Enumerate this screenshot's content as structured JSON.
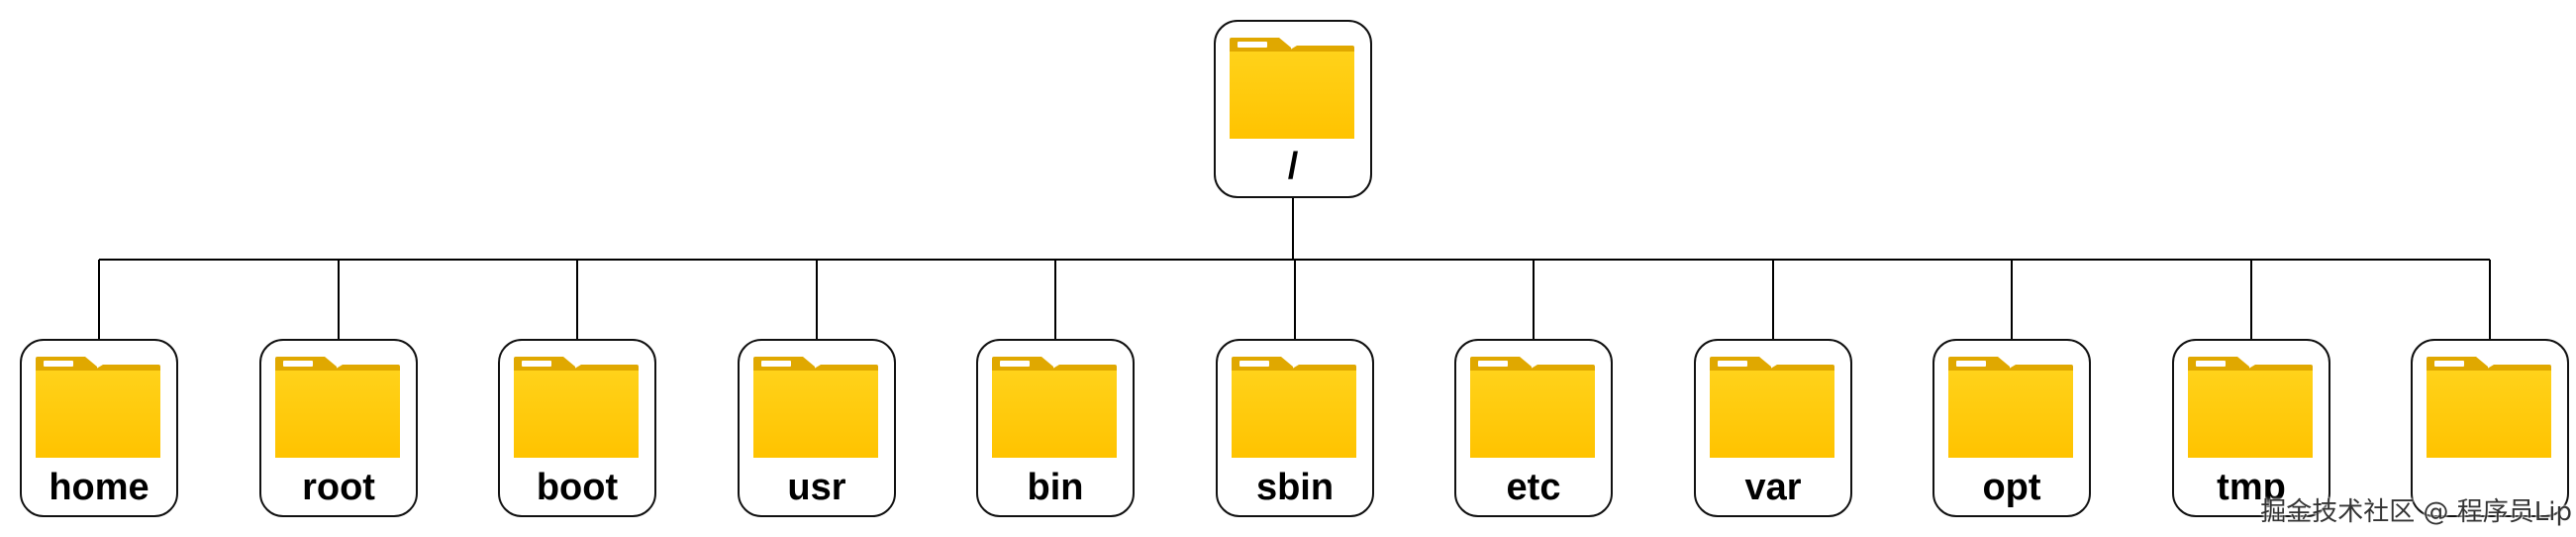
{
  "colors": {
    "folder_front_top": "#FFD21A",
    "folder_front_bottom": "#FFC300",
    "folder_back": "#E0A800",
    "folder_tab_highlight": "#FFFFFF",
    "connector_line": "#000000",
    "node_border": "#111111"
  },
  "icon": "folder-icon",
  "root": {
    "label": "/"
  },
  "children": [
    {
      "label": "home"
    },
    {
      "label": "root"
    },
    {
      "label": "boot"
    },
    {
      "label": "usr"
    },
    {
      "label": "bin"
    },
    {
      "label": "sbin"
    },
    {
      "label": "etc"
    },
    {
      "label": "var"
    },
    {
      "label": "opt"
    },
    {
      "label": "tmp"
    },
    {
      "label": ""
    }
  ],
  "watermark": "掘金技术社区 @ 程序员Lip"
}
